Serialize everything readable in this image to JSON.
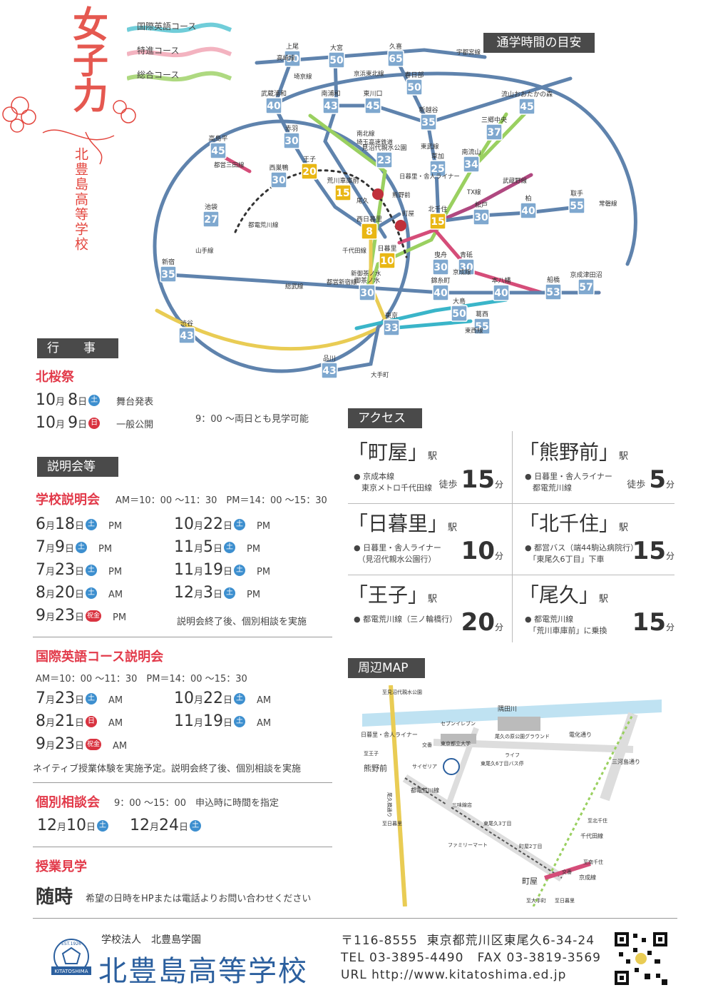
{
  "header": {
    "brand": "女子力",
    "school_vertical": "北豊島高等学校",
    "courses": [
      "国際英語コース",
      "特進コース",
      "総合コース"
    ]
  },
  "map": {
    "title": "通学時間の目安",
    "stations": [
      {
        "id": "ageo",
        "name": "上尾",
        "min": "60"
      },
      {
        "id": "omiya",
        "name": "大宮",
        "min": "50"
      },
      {
        "id": "kuki",
        "name": "久喜",
        "min": "65"
      },
      {
        "id": "kasukabe",
        "name": "春日部",
        "min": "50"
      },
      {
        "id": "musashiurawa",
        "name": "武蔵浦和",
        "min": "40"
      },
      {
        "id": "minamiurawa",
        "name": "南浦和",
        "min": "43"
      },
      {
        "id": "higashikawaguchi",
        "name": "東川口",
        "min": "45"
      },
      {
        "id": "shinkoshigaya",
        "name": "新越谷",
        "min": "35"
      },
      {
        "id": "nagareyama",
        "name": "流山おおたかの森",
        "min": "45"
      },
      {
        "id": "misato",
        "name": "三郷中央",
        "min": "37"
      },
      {
        "id": "takashimadaira",
        "name": "高島平",
        "min": "45"
      },
      {
        "id": "akabane",
        "name": "赤羽",
        "min": "30"
      },
      {
        "id": "minuma",
        "name": "見沼代親水公園",
        "min": "23"
      },
      {
        "id": "soka",
        "name": "草加",
        "min": "25"
      },
      {
        "id": "minaminagareyama",
        "name": "南流山",
        "min": "34"
      },
      {
        "id": "nishisugamo",
        "name": "西巣鴨",
        "min": "30"
      },
      {
        "id": "oji",
        "name": "王子",
        "min": "20"
      },
      {
        "id": "arakawashako",
        "name": "荒川車庫前",
        "min": "15"
      },
      {
        "id": "kashiwa",
        "name": "柏",
        "min": "40"
      },
      {
        "id": "toride",
        "name": "取手",
        "min": "55"
      },
      {
        "id": "ikebukuro",
        "name": "池袋",
        "min": "27"
      },
      {
        "id": "nishinippori",
        "name": "西日暮里",
        "min": "8"
      },
      {
        "id": "kitasenju",
        "name": "北千住",
        "min": "15"
      },
      {
        "id": "matsudo",
        "name": "松戸",
        "min": "30"
      },
      {
        "id": "nippori",
        "name": "日暮里",
        "min": "10"
      },
      {
        "id": "shinjuku",
        "name": "新宿",
        "min": "35"
      },
      {
        "id": "hikifune",
        "name": "曳舟",
        "min": "30"
      },
      {
        "id": "aoto",
        "name": "青砥",
        "min": "30"
      },
      {
        "id": "ochanomizu",
        "name": "御茶ノ水",
        "min": "30"
      },
      {
        "id": "kinshicho",
        "name": "錦糸町",
        "min": "40"
      },
      {
        "id": "motoyawata",
        "name": "本八幡",
        "min": "40"
      },
      {
        "id": "funabashi",
        "name": "船橋",
        "min": "53"
      },
      {
        "id": "tsudanuma",
        "name": "京成津田沼",
        "min": "57"
      },
      {
        "id": "ojima",
        "name": "大島",
        "min": "50"
      },
      {
        "id": "kasai",
        "name": "葛西",
        "min": "55"
      },
      {
        "id": "tokyo",
        "name": "東京",
        "min": "33"
      },
      {
        "id": "shibuya",
        "name": "渋谷",
        "min": "43"
      },
      {
        "id": "shinagawa",
        "name": "品川",
        "min": "43"
      }
    ],
    "station_labels_extra": [
      "高崎線",
      "宇都宮線",
      "埼京線",
      "京浜東北線",
      "南北線",
      "埼玉高速鉄道",
      "東武線",
      "日暮里・舎人ライナー",
      "熊野前",
      "町屋",
      "尾久",
      "都営三田線",
      "TX線",
      "武蔵野線",
      "常磐線",
      "都電荒川線",
      "山手線",
      "千代田線",
      "京成線",
      "総武線",
      "都営新宿線",
      "大手町",
      "東西線",
      "新御茶ノ水"
    ],
    "line_colors": {
      "yamanote": "#7fa0c8",
      "jr": "#5b7fa8",
      "chiyoda": "#3fae5f",
      "saikyo": "#4bb08c",
      "tx": "#b04880",
      "tokyu": "#e9cc54",
      "tozai": "#3ab5c9",
      "highlight": "#e9b714",
      "nippori_liner": "#d54d79",
      "arakawa": "#c7c7c7"
    }
  },
  "events": {
    "header": "行　　事",
    "hokuousai": {
      "title": "北桜祭",
      "rows": [
        {
          "m": "10",
          "d": "8",
          "dow": "土",
          "type": "sat",
          "desc": "舞台発表"
        },
        {
          "m": "10",
          "d": "9",
          "dow": "日",
          "type": "sun",
          "desc": "一般公開"
        }
      ],
      "note": "9：00 〜両日とも見学可能"
    }
  },
  "briefings": {
    "header": "説明会等",
    "school": {
      "title": "学校説明会",
      "times": "AM＝10：00 〜11：30　PM＝14：00 〜15：30",
      "left": [
        {
          "m": "6",
          "d": "18",
          "dow": "土",
          "type": "sat",
          "t": "PM"
        },
        {
          "m": "7",
          "d": "9",
          "dow": "土",
          "type": "sat",
          "t": "PM"
        },
        {
          "m": "7",
          "d": "23",
          "dow": "土",
          "type": "sat",
          "t": "PM"
        },
        {
          "m": "8",
          "d": "20",
          "dow": "土",
          "type": "sat",
          "t": "AM"
        },
        {
          "m": "9",
          "d": "23",
          "dow": "祝金",
          "type": "hol",
          "t": "PM"
        }
      ],
      "right": [
        {
          "m": "10",
          "d": "22",
          "dow": "土",
          "type": "sat",
          "t": "PM"
        },
        {
          "m": "11",
          "d": "5",
          "dow": "土",
          "type": "sat",
          "t": "PM"
        },
        {
          "m": "11",
          "d": "19",
          "dow": "土",
          "type": "sat",
          "t": "PM"
        },
        {
          "m": "12",
          "d": "3",
          "dow": "土",
          "type": "sat",
          "t": "PM"
        }
      ],
      "note": "説明会終了後、個別相談を実施"
    },
    "english": {
      "title": "国際英語コース説明会",
      "times": "AM＝10：00 〜11：30　PM＝14：00 〜15：30",
      "left": [
        {
          "m": "7",
          "d": "23",
          "dow": "土",
          "type": "sat",
          "t": "AM"
        },
        {
          "m": "8",
          "d": "21",
          "dow": "日",
          "type": "sun",
          "t": "AM"
        },
        {
          "m": "9",
          "d": "23",
          "dow": "祝金",
          "type": "hol",
          "t": "AM"
        }
      ],
      "right": [
        {
          "m": "10",
          "d": "22",
          "dow": "土",
          "type": "sat",
          "t": "AM"
        },
        {
          "m": "11",
          "d": "19",
          "dow": "土",
          "type": "sat",
          "t": "AM"
        }
      ],
      "note": "ネイティブ授業体験を実施予定。説明会終了後、個別相談を実施"
    },
    "consult": {
      "title": "個別相談会",
      "times": "9：00 〜15：00　申込時に時間を指定",
      "rows": [
        {
          "m": "12",
          "d": "10",
          "dow": "土",
          "type": "sat"
        },
        {
          "m": "12",
          "d": "24",
          "dow": "土",
          "type": "sat"
        }
      ]
    },
    "visit": {
      "title": "授業見学",
      "big": "随時",
      "note": "希望の日時をHPまたは電話よりお問い合わせください"
    }
  },
  "access": {
    "header": "アクセス",
    "items": [
      {
        "name": "町屋",
        "lines": [
          "京成本線",
          "東京メトロ千代田線"
        ],
        "walk": "徒歩",
        "min": "15",
        "unit": "分"
      },
      {
        "name": "熊野前",
        "lines": [
          "日暮里・舎人ライナー",
          "都電荒川線"
        ],
        "walk": "徒歩",
        "min": "5",
        "unit": "分"
      },
      {
        "name": "日暮里",
        "lines": [
          "日暮里・舎人ライナー",
          "（見沼代親水公園行）"
        ],
        "walk": "",
        "min": "10",
        "unit": "分"
      },
      {
        "name": "北千住",
        "lines": [
          "都営バス（端44駒込病院行）",
          "「東尾久6丁目」下車"
        ],
        "walk": "",
        "min": "15",
        "unit": "分"
      },
      {
        "name": "王子",
        "lines": [
          "都電荒川線（三ノ輪橋行）"
        ],
        "walk": "",
        "min": "20",
        "unit": "分"
      },
      {
        "name": "尾久",
        "lines": [
          "都電荒川線",
          "「荒川車庫前」に乗換"
        ],
        "walk": "",
        "min": "15",
        "unit": "分"
      }
    ],
    "eki": "駅"
  },
  "area_map": {
    "header": "周辺MAP",
    "labels": {
      "river": "隅田川",
      "minuma": "至見沼代親水公園",
      "liner": "日暮里・舎人ライナー",
      "kumanomae": "熊野前",
      "arakawa": "都電荒川線",
      "oguhashi": "尾久橋通り",
      "seven": "セブンイレブン",
      "hara_park": "尾久の原公園グラウンド",
      "tokyo_univ": "東京都立大学",
      "koban": "交番",
      "life": "ライフ",
      "higashioku6": "東尾久6丁目バス停",
      "saizeriya": "サイゼリア",
      "kishi": "電化通り",
      "mikawashima": "三河島通り",
      "sanseki": "三味線店",
      "hoshiku3": "東尾久3丁目",
      "famima": "ファミリーマート",
      "machiya2": "町屋2丁目",
      "kitasenju_to": "至北千住",
      "chiyoda": "千代田線",
      "minamisenju": "至南千住",
      "keisei": "京成線",
      "koban2": "交番",
      "machiya": "町屋",
      "otemachi": "至大手町",
      "nippori_to": "至日暮里",
      "oji_to": "至王子",
      "nippori2": "至日暮里"
    }
  },
  "footer": {
    "corp": "学校法人　北豊島学園",
    "school": "北豊島高等学校",
    "postal": "〒116-8555",
    "address": "東京都荒川区東尾久6-34-24",
    "tel": "TEL 03-3895-4490",
    "fax": "FAX 03-3819-3569",
    "url": "URL http://www.kitatoshima.ed.jp",
    "logo_text": "KITATOSHIMA",
    "logo_est": "EST.1926"
  }
}
